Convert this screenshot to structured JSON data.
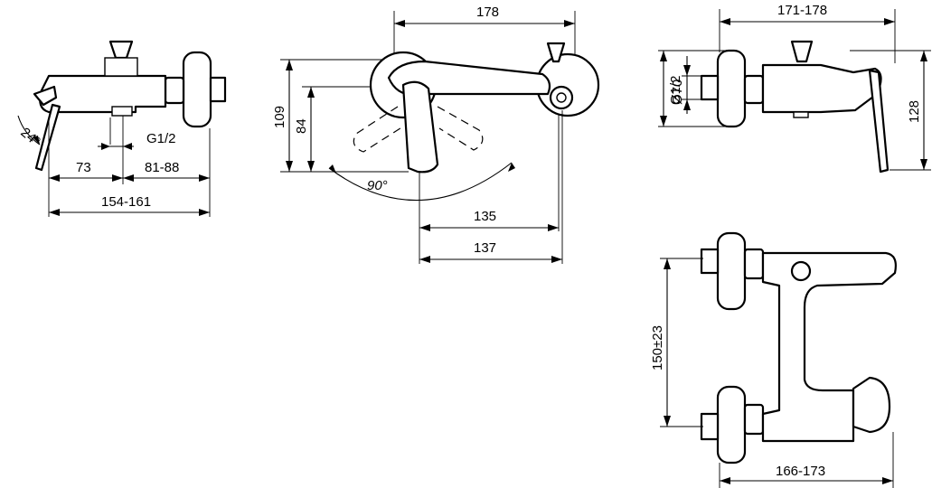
{
  "dimensions": {
    "side_left": {
      "angle": "24°",
      "thread": "G1/2",
      "depth": "73",
      "offset": "81-88",
      "total_depth": "154-161"
    },
    "front": {
      "width": "178",
      "height_total": "109",
      "height_lever": "84",
      "rotation": "90°",
      "spout_reach_a": "135",
      "spout_reach_b": "137"
    },
    "side_right": {
      "depth": "171-178",
      "rosette_diameter": "Ø70",
      "thread": "G1/2",
      "height": "128"
    },
    "top": {
      "centers": "150±23",
      "depth": "166-173"
    }
  }
}
